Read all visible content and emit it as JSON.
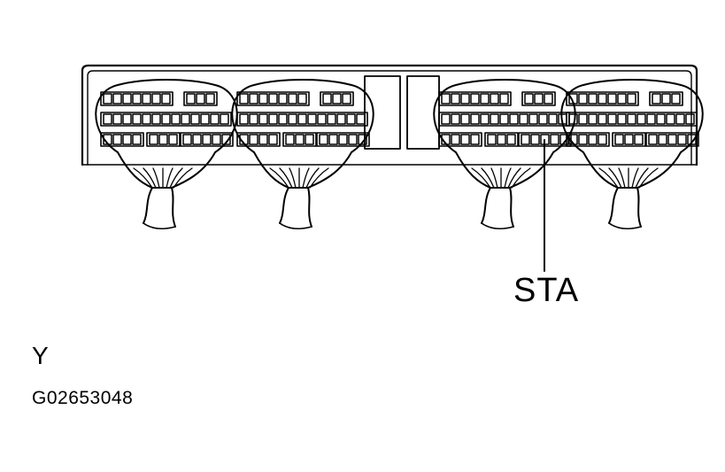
{
  "diagram": {
    "kind": "ecu-connector-illustration",
    "connector_count": 4,
    "callout": {
      "label": "STA",
      "connector_index": 3
    },
    "view_label": "Y",
    "figure_id": "G02653048"
  }
}
